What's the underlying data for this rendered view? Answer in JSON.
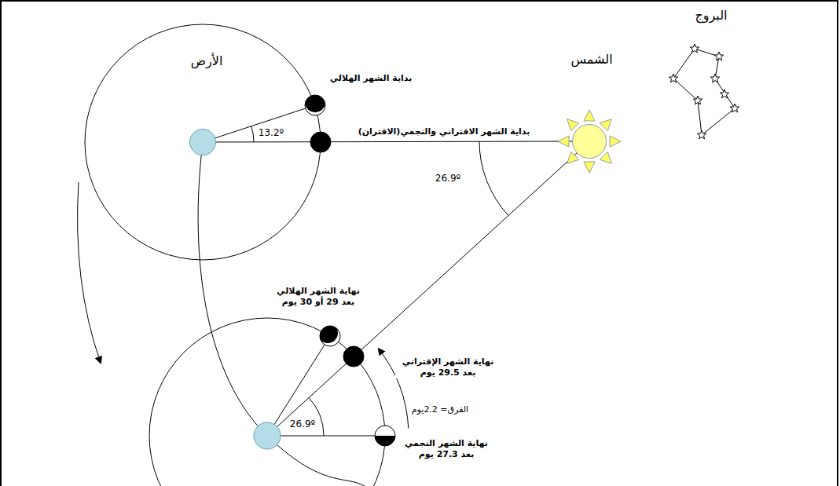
{
  "diagram": {
    "nodes": [
      {
        "text": [
          "الأرض"
        ]
      },
      {
        "text": [
          "الشمس"
        ]
      }
    ],
    "edges": [
      {
        "from": 0,
        "to": 1,
        "arrow": "none",
        "label": "بداية الشهر الاقتراني والنجمي(الاقتران)"
      }
    ],
    "labels": [
      "البروج",
      "بداية الشهر الهلالي",
      "13.2º",
      "26.9º",
      "نهاية الشهر الهلالي بعد 29 أو 30 يوم",
      "نهاية الشهر الإقتراني بعد 29.5 يوم",
      "الفرق= 2.2يوم",
      "26.9º",
      "نهاية الشهر النجمي بعد 27.3 يوم"
    ]
  }
}
